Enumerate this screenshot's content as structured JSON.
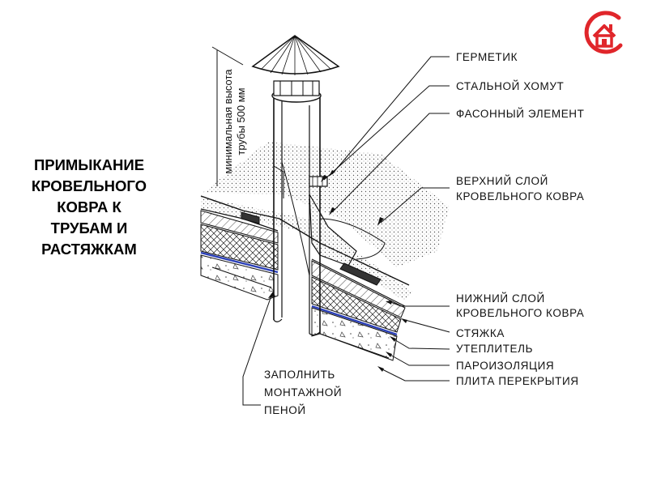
{
  "title_lines": [
    "ПРИМЫКАНИЕ",
    "КРОВЕЛЬНОГО",
    "КОВРА К",
    "ТРУБАМ И",
    "РАСТЯЖКАМ"
  ],
  "dimension_label_lines": [
    "минимальная высота",
    "трубы 500 мм"
  ],
  "labels": {
    "germetik": "ГЕРМЕТИК",
    "khomut": "СТАЛЬНОЙ ХОМУТ",
    "fason": "ФАСОННЫЙ ЭЛЕМЕНТ",
    "upper_1": "ВЕРХНИЙ СЛОЙ",
    "upper_2": "КРОВЕЛЬНОГО КОВРА",
    "lower_1": "НИЖНИЙ СЛОЙ",
    "lower_2": "КРОВЕЛЬНОГО КОВРА",
    "styazhka": "СТЯЖКА",
    "uteplitel": "УТЕПЛИТЕЛЬ",
    "paroizolyatsiya": "ПАРОИЗОЛЯЦИЯ",
    "plita": "ПЛИТА ПЕРЕКРЫТИЯ",
    "foam_1": "ЗАПОЛНИТЬ",
    "foam_2": "МОНТАЖНОЙ",
    "foam_3": "ПЕНОЙ"
  },
  "colors": {
    "logo_red": "#e0262b",
    "vapor_barrier_blue": "#2a3fb8",
    "line": "#111111"
  },
  "icons": {
    "logo": "house-in-circle-logo"
  }
}
